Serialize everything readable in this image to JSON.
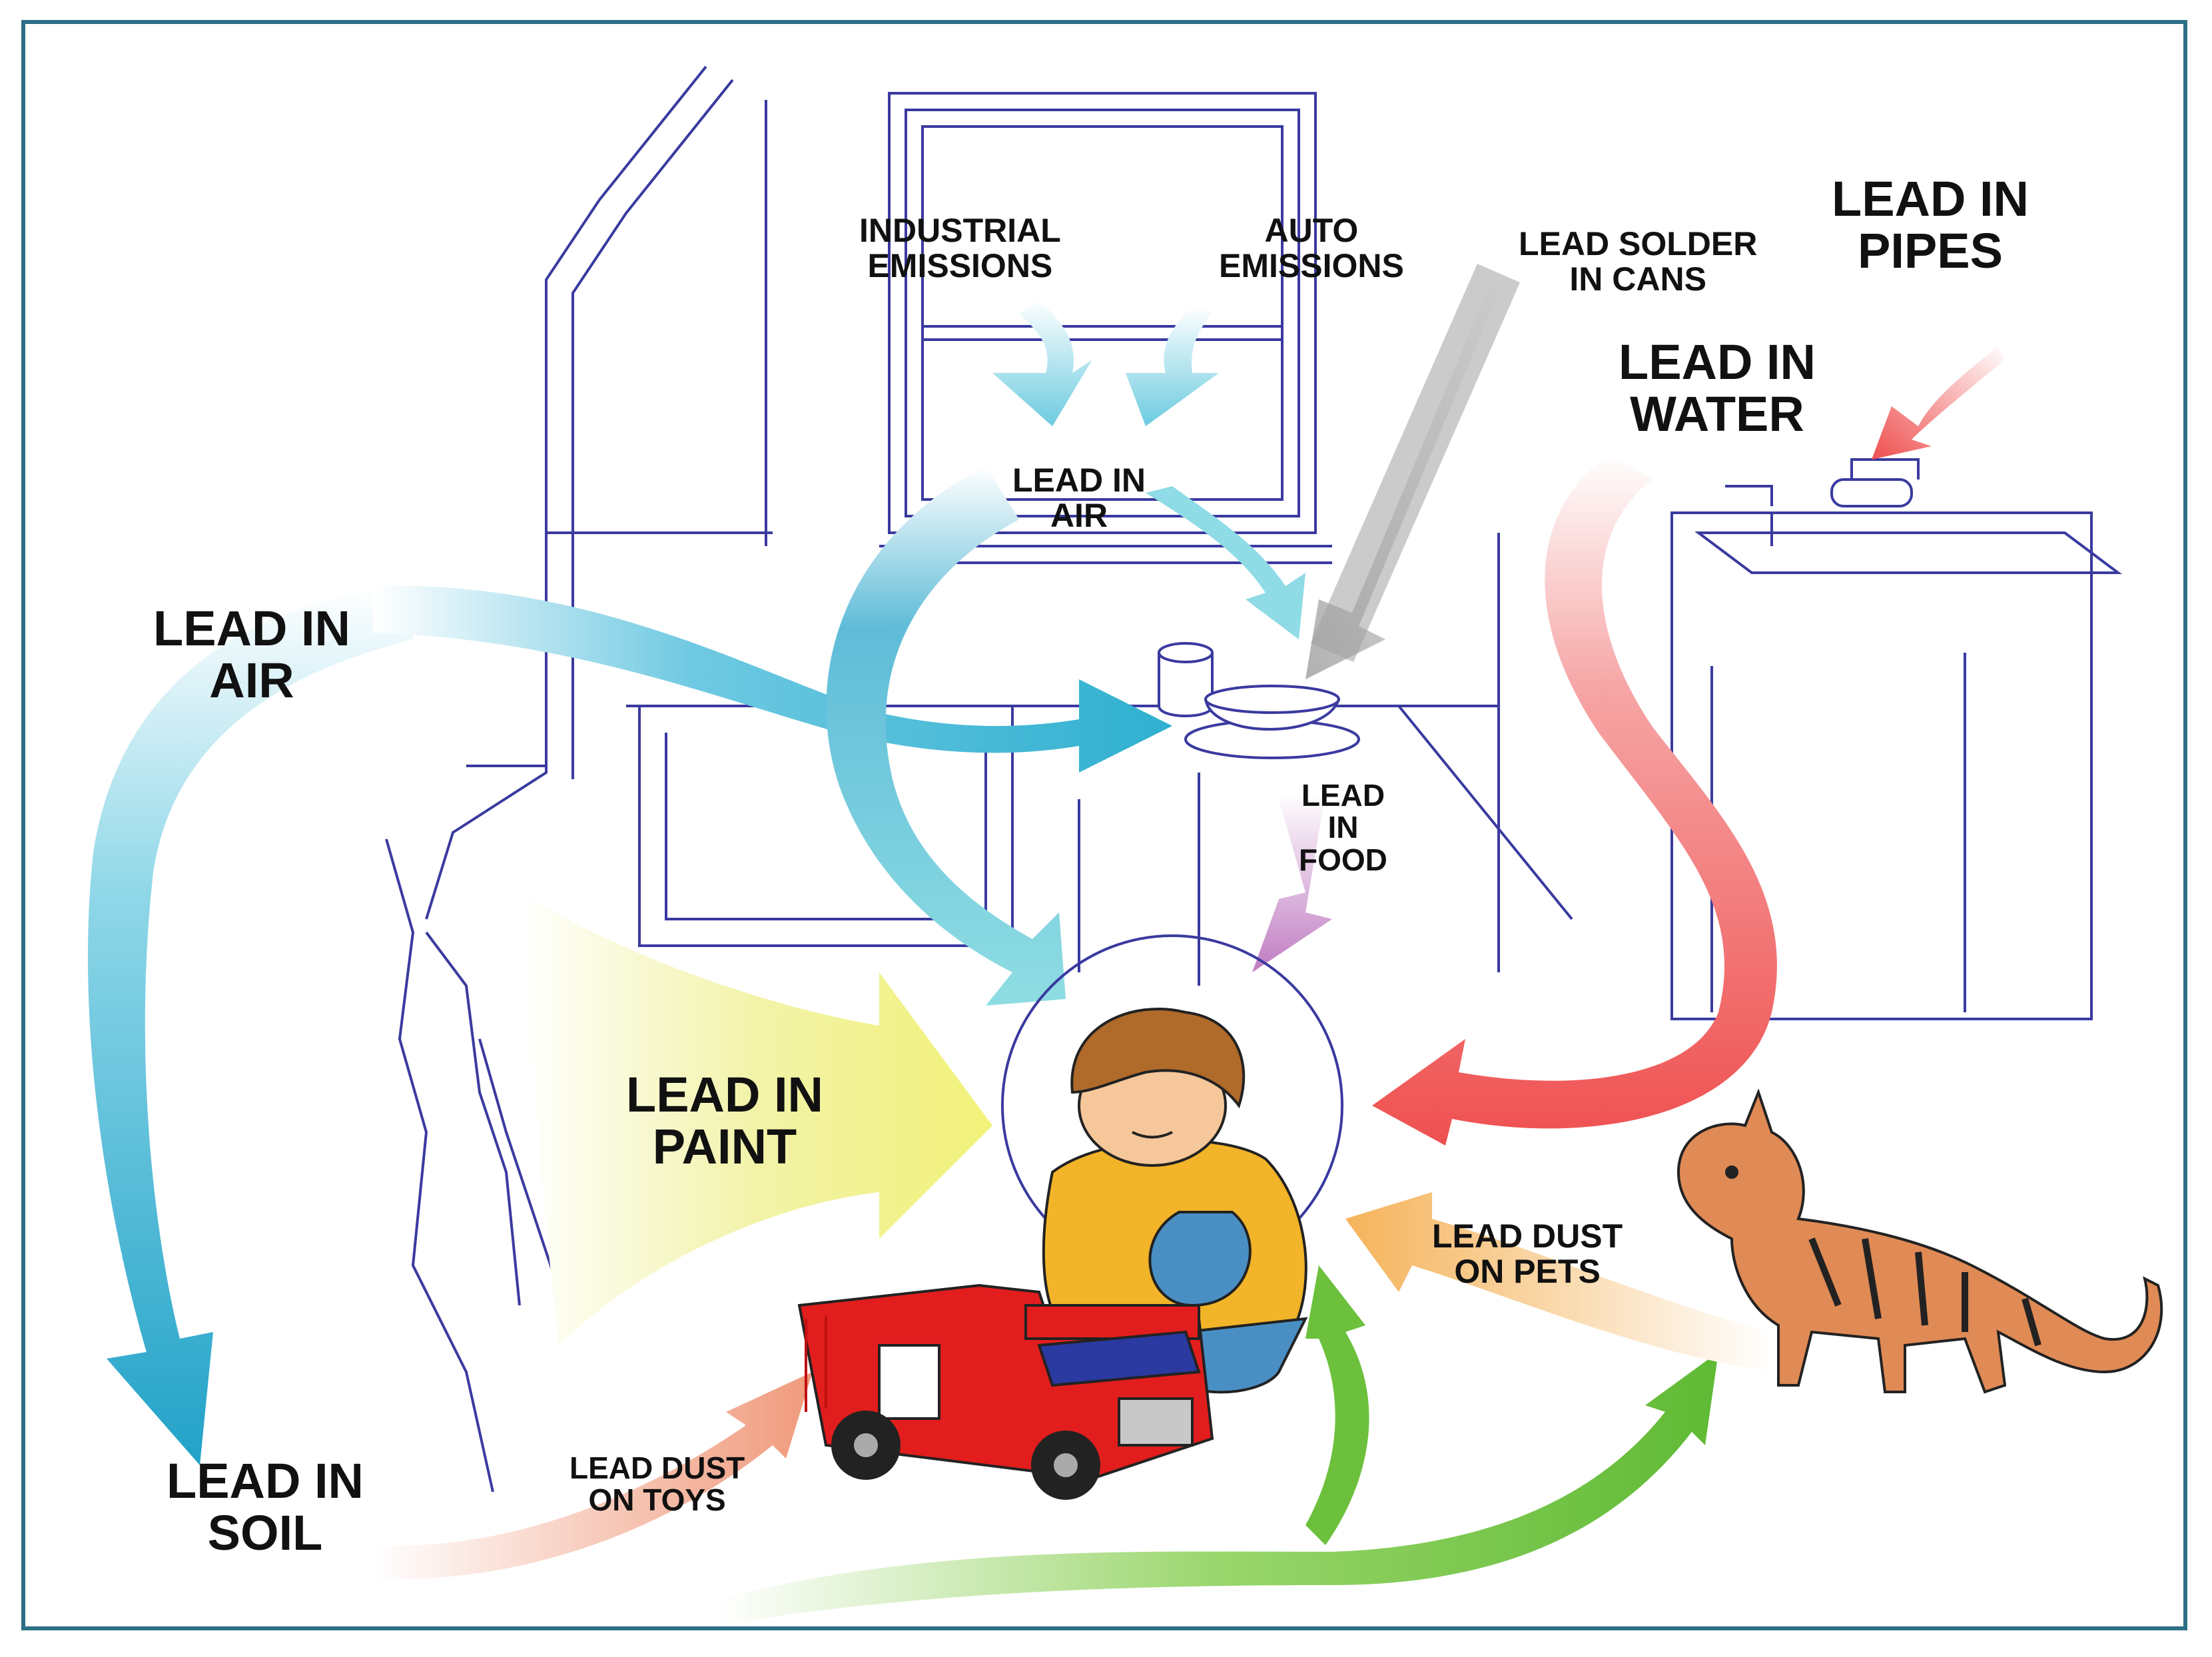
{
  "colors": {
    "frame": "#2d6f86",
    "line_art": "#3a3aa0",
    "air_arrow": "#33a9cc",
    "air_arrow_light": "#8fdbe6",
    "water_arrow": "#f05a5a",
    "solder_arrow": "#b8b8b8",
    "food_arrow": "#c27fc4",
    "paint_arrow": "#f0f07a",
    "toys_arrow": "#f2a083",
    "pets_arrow": "#f6b860",
    "green_arrow": "#6cc03c"
  },
  "labels": {
    "industrial_emissions": [
      "INDUSTRIAL",
      "EMISSIONS"
    ],
    "auto_emissions": [
      "AUTO",
      "EMISSIONS"
    ],
    "lead_solder": [
      "LEAD SOLDER",
      "IN CANS"
    ],
    "lead_in_pipes": [
      "LEAD IN",
      "PIPES"
    ],
    "lead_in_water": [
      "LEAD IN",
      "WATER"
    ],
    "lead_in_air_small": [
      "LEAD IN",
      "AIR"
    ],
    "lead_in_air_big": [
      "LEAD IN",
      "AIR"
    ],
    "lead_in_food": [
      "LEAD",
      "IN",
      "FOOD"
    ],
    "lead_in_paint": [
      "LEAD IN",
      "PAINT"
    ],
    "lead_dust_on_pets": [
      "LEAD DUST",
      "ON PETS"
    ],
    "lead_dust_on_toys": [
      "LEAD DUST",
      "ON TOYS"
    ],
    "lead_in_soil": [
      "LEAD IN",
      "SOIL"
    ]
  },
  "icons": {
    "child": "child-playing-icon",
    "truck": "fire-truck-toy-icon",
    "cat": "cat-icon",
    "sink": "sink-faucet-icon",
    "window": "window-icon",
    "dishes": "bowl-and-cup-icon"
  }
}
